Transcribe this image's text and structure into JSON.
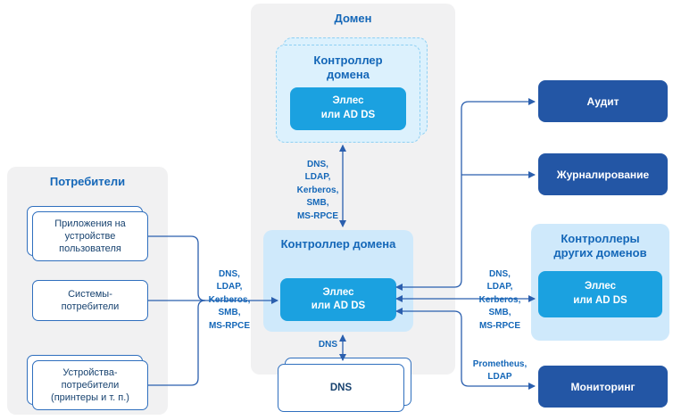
{
  "colors": {
    "accent": "#1BA1E0",
    "accent_dark": "#2356A5",
    "panel_gray": "#F1F1F2",
    "panel_blue": "#CFE9FB",
    "panel_blue_light": "#DCF1FD",
    "dashed_border": "#8FD0F3",
    "line": "#2B5FAE",
    "title_blue": "#1467B8",
    "navy": "#17426F",
    "box_border": "#2F6FBE"
  },
  "consumers": {
    "title": "Потребители",
    "items": [
      {
        "label": "Приложения на устройстве пользователя"
      },
      {
        "label": "Системы-потребители"
      },
      {
        "label": "Устройства-потребители (принтеры и т. п.)"
      }
    ]
  },
  "domain": {
    "title": "Домен",
    "dc_backup": {
      "title": "Контроллер\nдомена",
      "product": "Эллес\nили AD DS"
    },
    "dc_main": {
      "title": "Контроллер домена",
      "product": "Эллес\nили AD DS"
    },
    "dns": {
      "label": "DNS"
    }
  },
  "right": {
    "audit": {
      "label": "Аудит"
    },
    "journaling": {
      "label": "Журналирование"
    },
    "other_domains": {
      "title": "Контроллеры\nдругих доменов",
      "product": "Эллес\nили AD DS"
    },
    "monitoring": {
      "label": "Мониторинг"
    }
  },
  "edge_labels": {
    "consumers_to_dc": "DNS,\nLDAP,\nKerberos,\nSMB,\nMS-RPCE",
    "dc_to_dc": "DNS,\nLDAP,\nKerberos,\nSMB,\nMS-RPCE",
    "dc_to_neighbors": "DNS,\nLDAP,\nKerberos,\nSMB,\nMS-RPCE",
    "dc_to_monitoring": "Prometheus,\nLDAP",
    "dc_to_dns": "DNS"
  }
}
